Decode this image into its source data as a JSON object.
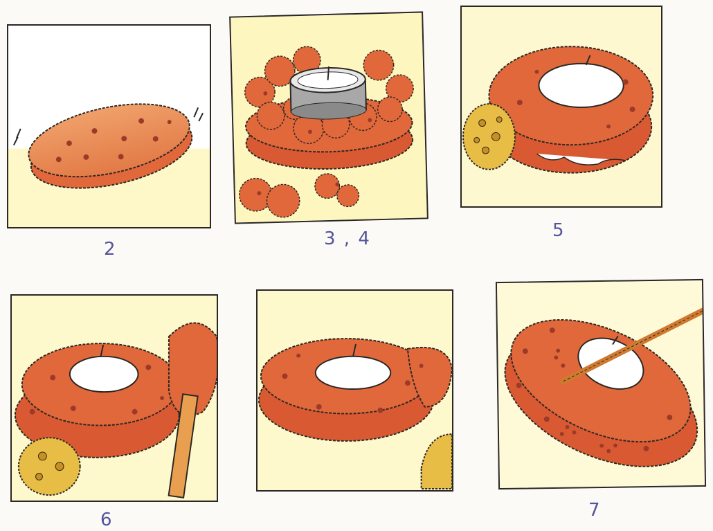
{
  "palette": {
    "clay": "#e0683a",
    "clay_light": "#f2a06a",
    "clay_dark": "#c8452c",
    "sponge": "#e8bd45",
    "wash_yellow": "#fdf2a4",
    "label_ink": "#54549a",
    "outline": "#2a2724"
  },
  "steps": [
    {
      "label": "2"
    },
    {
      "label": "3 , 4"
    },
    {
      "label": "5"
    },
    {
      "label": "6"
    },
    {
      "label": ""
    },
    {
      "label": "7"
    }
  ]
}
